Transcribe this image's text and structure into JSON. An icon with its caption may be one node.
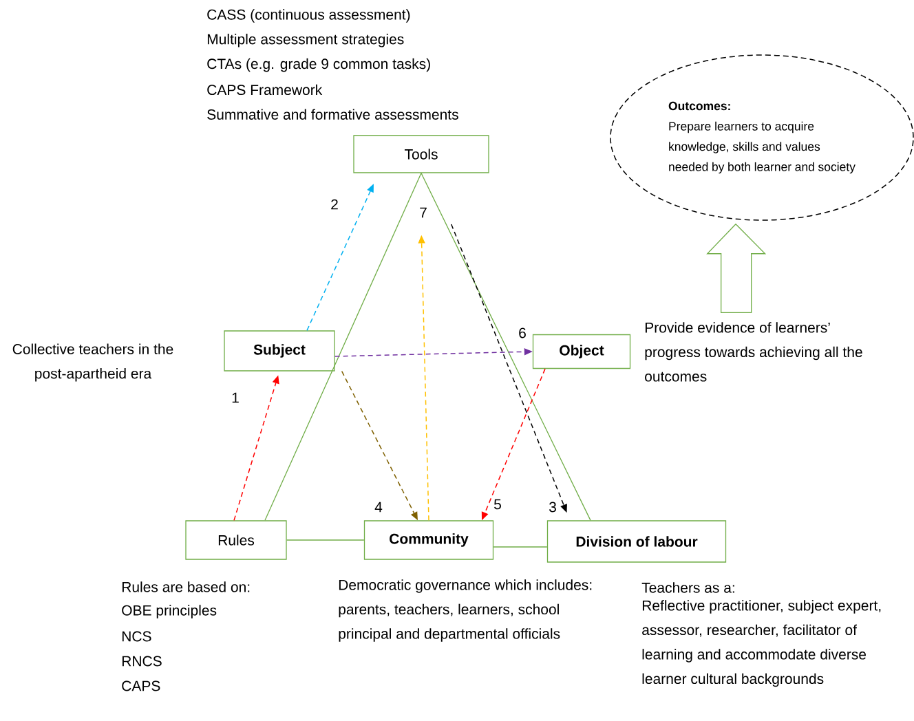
{
  "diagram": {
    "nodes": [
      {
        "text": [
          "Tools"
        ],
        "beside": [
          "CASS (continuous assessment)",
          "Multiple assessment strategies",
          "CTAs (e.g. grade 9 common tasks)",
          "CAPS Framework",
          "Summative and formative assessments"
        ]
      },
      {
        "text": [
          "Subject"
        ],
        "beside": [
          "Collective teachers in the post-apartheid era"
        ]
      },
      {
        "text": [
          "Object"
        ],
        "beside": [
          "Provide evidence of learners’ progress towards achieving all the outcomes"
        ]
      },
      {
        "text": [
          "Rules"
        ],
        "beside": [
          "Rules are based on:",
          "OBE principles",
          "NCS",
          "RNCS",
          "CAPS"
        ]
      },
      {
        "text": [
          "Community"
        ],
        "beside": [
          "Democratic governance which includes: parents, teachers, learners, school principal and departmental officials"
        ]
      },
      {
        "text": [
          "Division of labour"
        ],
        "beside": [
          "Teachers as a:",
          "Reflective practitioner, subject expert, assessor, researcher, facilitator of learning and accommodate diverse learner cultural backgrounds"
        ]
      },
      {
        "text": [
          "Outcomes:",
          "Prepare learners to acquire knowledge, skills and values needed by both learner and society"
        ]
      }
    ],
    "edges": [
      {
        "from": 3,
        "to": 0,
        "arrow": "none"
      },
      {
        "from": 0,
        "to": 5,
        "arrow": "none"
      },
      {
        "from": 3,
        "to": 4,
        "arrow": "none"
      },
      {
        "from": 4,
        "to": 5,
        "arrow": "none"
      },
      {
        "from": 3,
        "to": 1,
        "arrow": "to",
        "label": "1",
        "style": "dashed",
        "color": "#ff0000"
      },
      {
        "from": 1,
        "to": 0,
        "arrow": "to",
        "label": "2",
        "style": "dashed",
        "color": "#00b0f0"
      },
      {
        "from": 0,
        "to": 5,
        "arrow": "to",
        "label": "3",
        "style": "dashed",
        "color": "#000000"
      },
      {
        "from": 1,
        "to": 4,
        "arrow": "to",
        "label": "4",
        "style": "dashed",
        "color": "#7f6000"
      },
      {
        "from": 2,
        "to": 4,
        "arrow": "to",
        "label": "5",
        "style": "dashed",
        "color": "#ff0000"
      },
      {
        "from": 1,
        "to": 2,
        "arrow": "to",
        "label": "6",
        "style": "dashed",
        "color": "#7030a0"
      },
      {
        "from": 4,
        "to": 0,
        "arrow": "to",
        "label": "7",
        "style": "dashed",
        "color": "#ffc000"
      },
      {
        "from": 2,
        "to": 6,
        "arrow": "to",
        "style": "thick"
      }
    ]
  }
}
